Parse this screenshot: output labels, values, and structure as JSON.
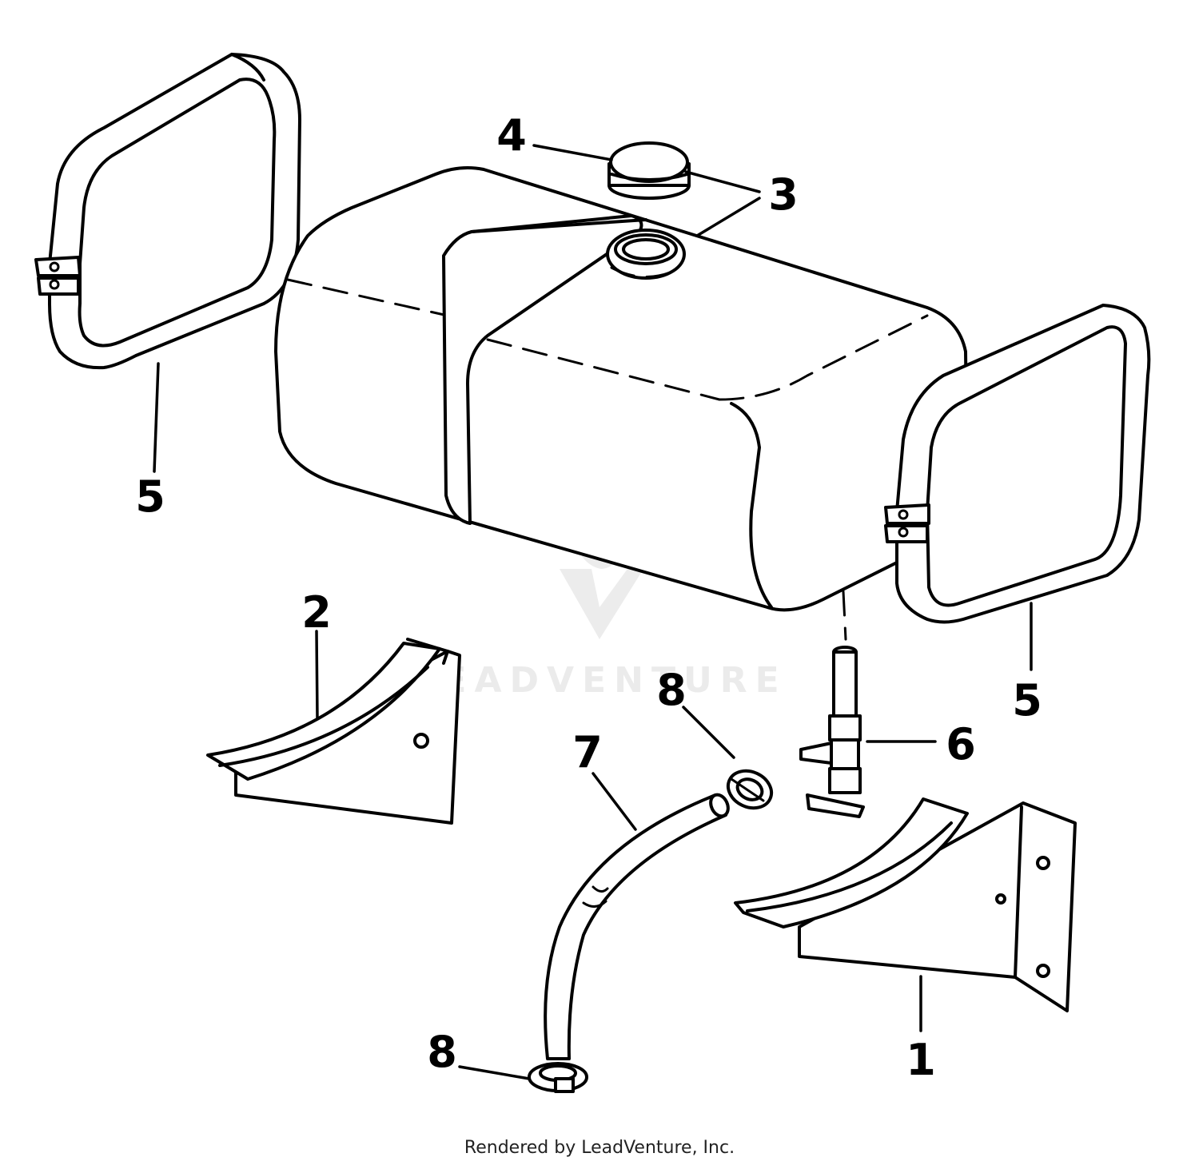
{
  "watermark": {
    "text": "LEADVENTURE",
    "color": "#ebebeb",
    "logo": "flame-v-logo"
  },
  "callouts": {
    "bracket_right": "1",
    "bracket_left": "2",
    "tank": "3",
    "cap": "4",
    "strap_left": "5",
    "strap_right": "5",
    "valve": "6",
    "hose": "7",
    "clamp_top": "8",
    "clamp_bottom": "8"
  },
  "footer": {
    "credit": "Rendered by LeadVenture, Inc."
  }
}
